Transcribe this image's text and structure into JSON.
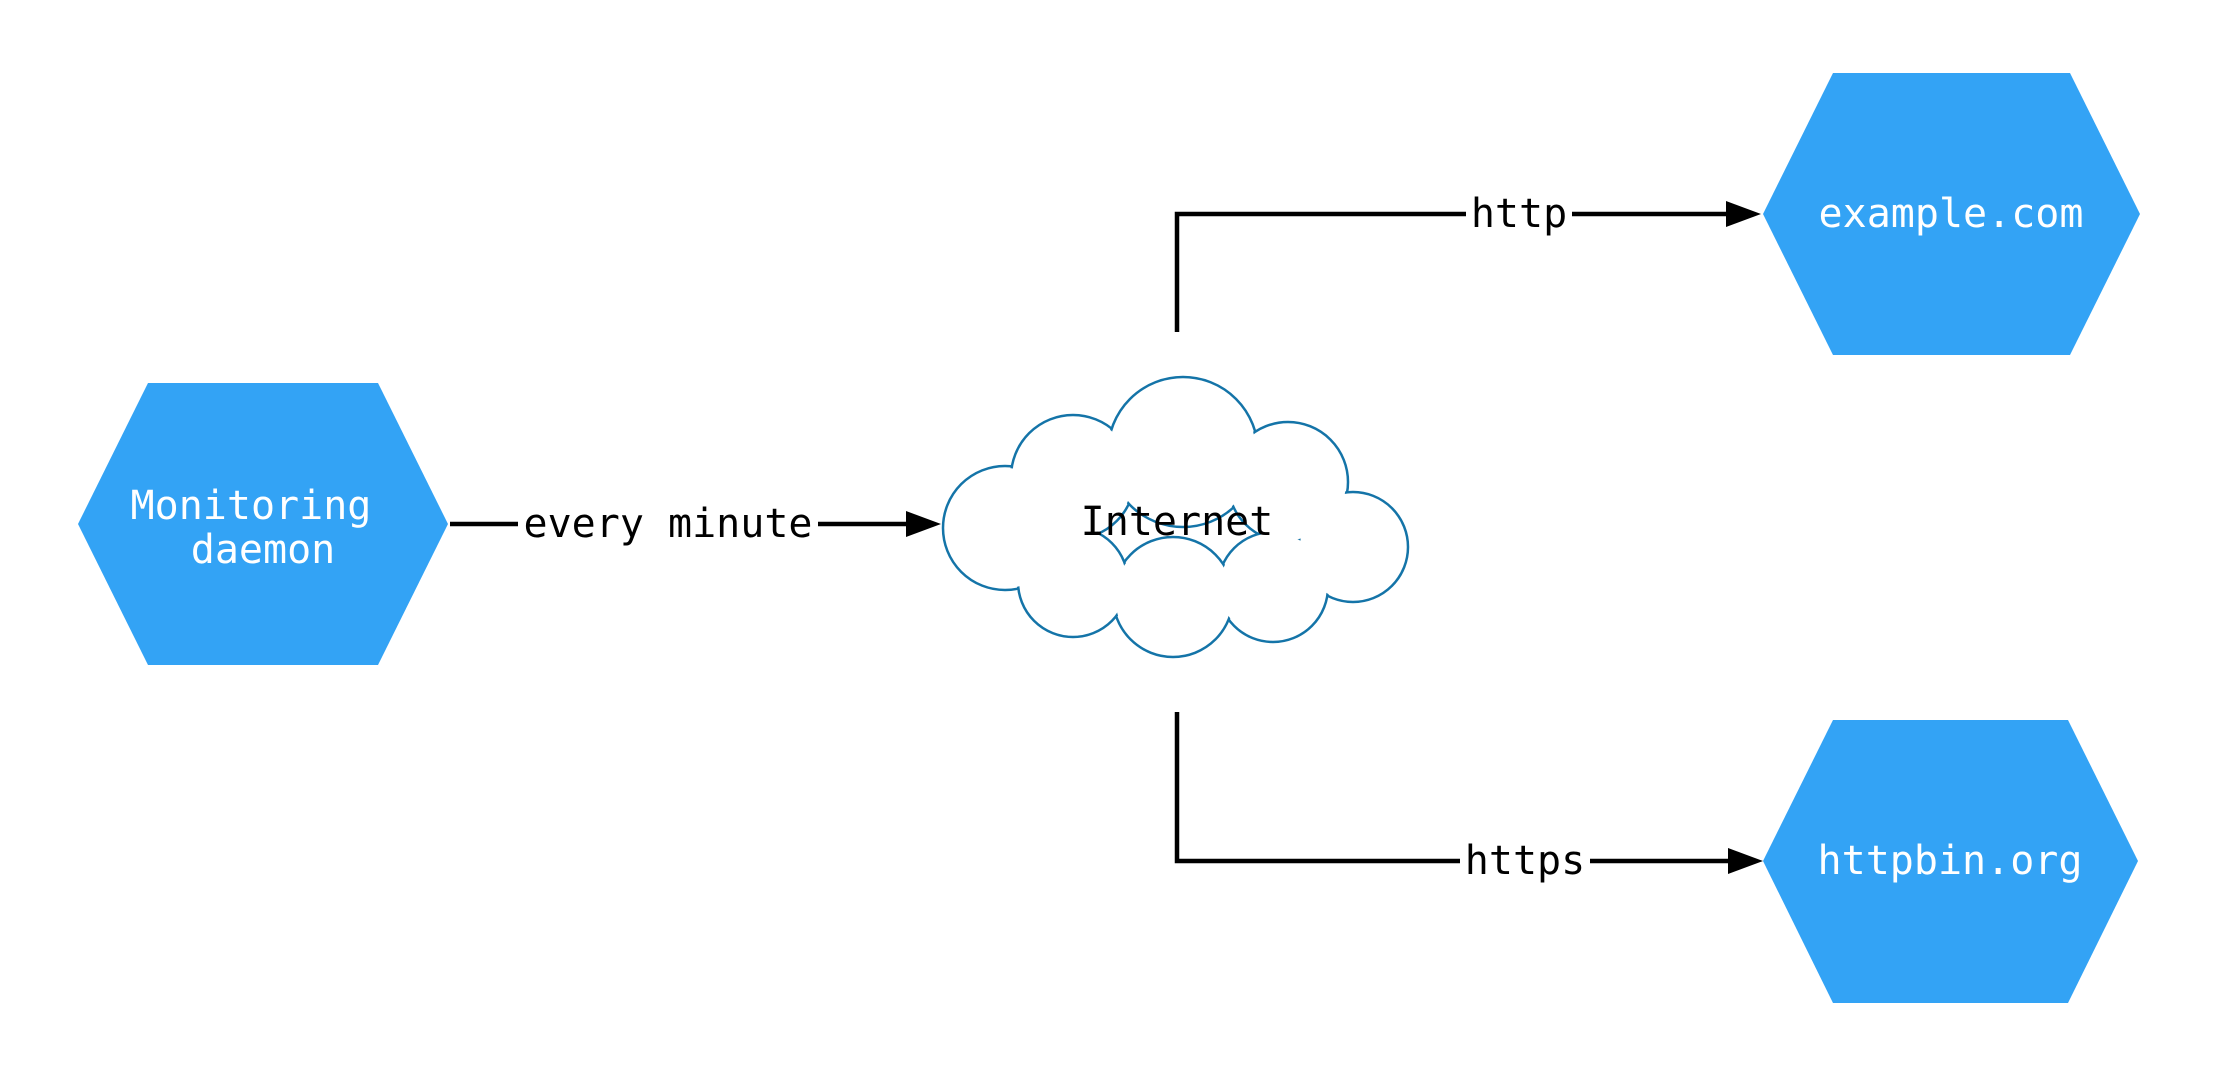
{
  "diagram": {
    "type": "network-diagram",
    "background": "#ffffff",
    "colors": {
      "node_fill": "#33A3F5",
      "node_text": "#ffffff",
      "cloud_fill": "#ffffff",
      "cloud_stroke": "#1474A8",
      "cloud_text": "#000000",
      "edge_stroke": "#000000",
      "edge_label_color": "#000000"
    },
    "nodes": [
      {
        "id": "monitoring-daemon",
        "shape": "hexagon",
        "label": "Monitoring daemon",
        "lines": [
          "Monitoring",
          "daemon"
        ]
      },
      {
        "id": "internet",
        "shape": "cloud",
        "label": "Internet"
      },
      {
        "id": "example-com",
        "shape": "hexagon",
        "label": "example.com"
      },
      {
        "id": "httpbin-org",
        "shape": "hexagon",
        "label": "httpbin.org"
      }
    ],
    "edges": [
      {
        "id": "monitoring-to-internet",
        "from": "monitoring-daemon",
        "to": "internet",
        "label": "every minute"
      },
      {
        "id": "internet-to-example",
        "from": "internet",
        "to": "example-com",
        "label": "http"
      },
      {
        "id": "internet-to-httpbin",
        "from": "internet",
        "to": "httpbin-org",
        "label": "https"
      }
    ]
  }
}
